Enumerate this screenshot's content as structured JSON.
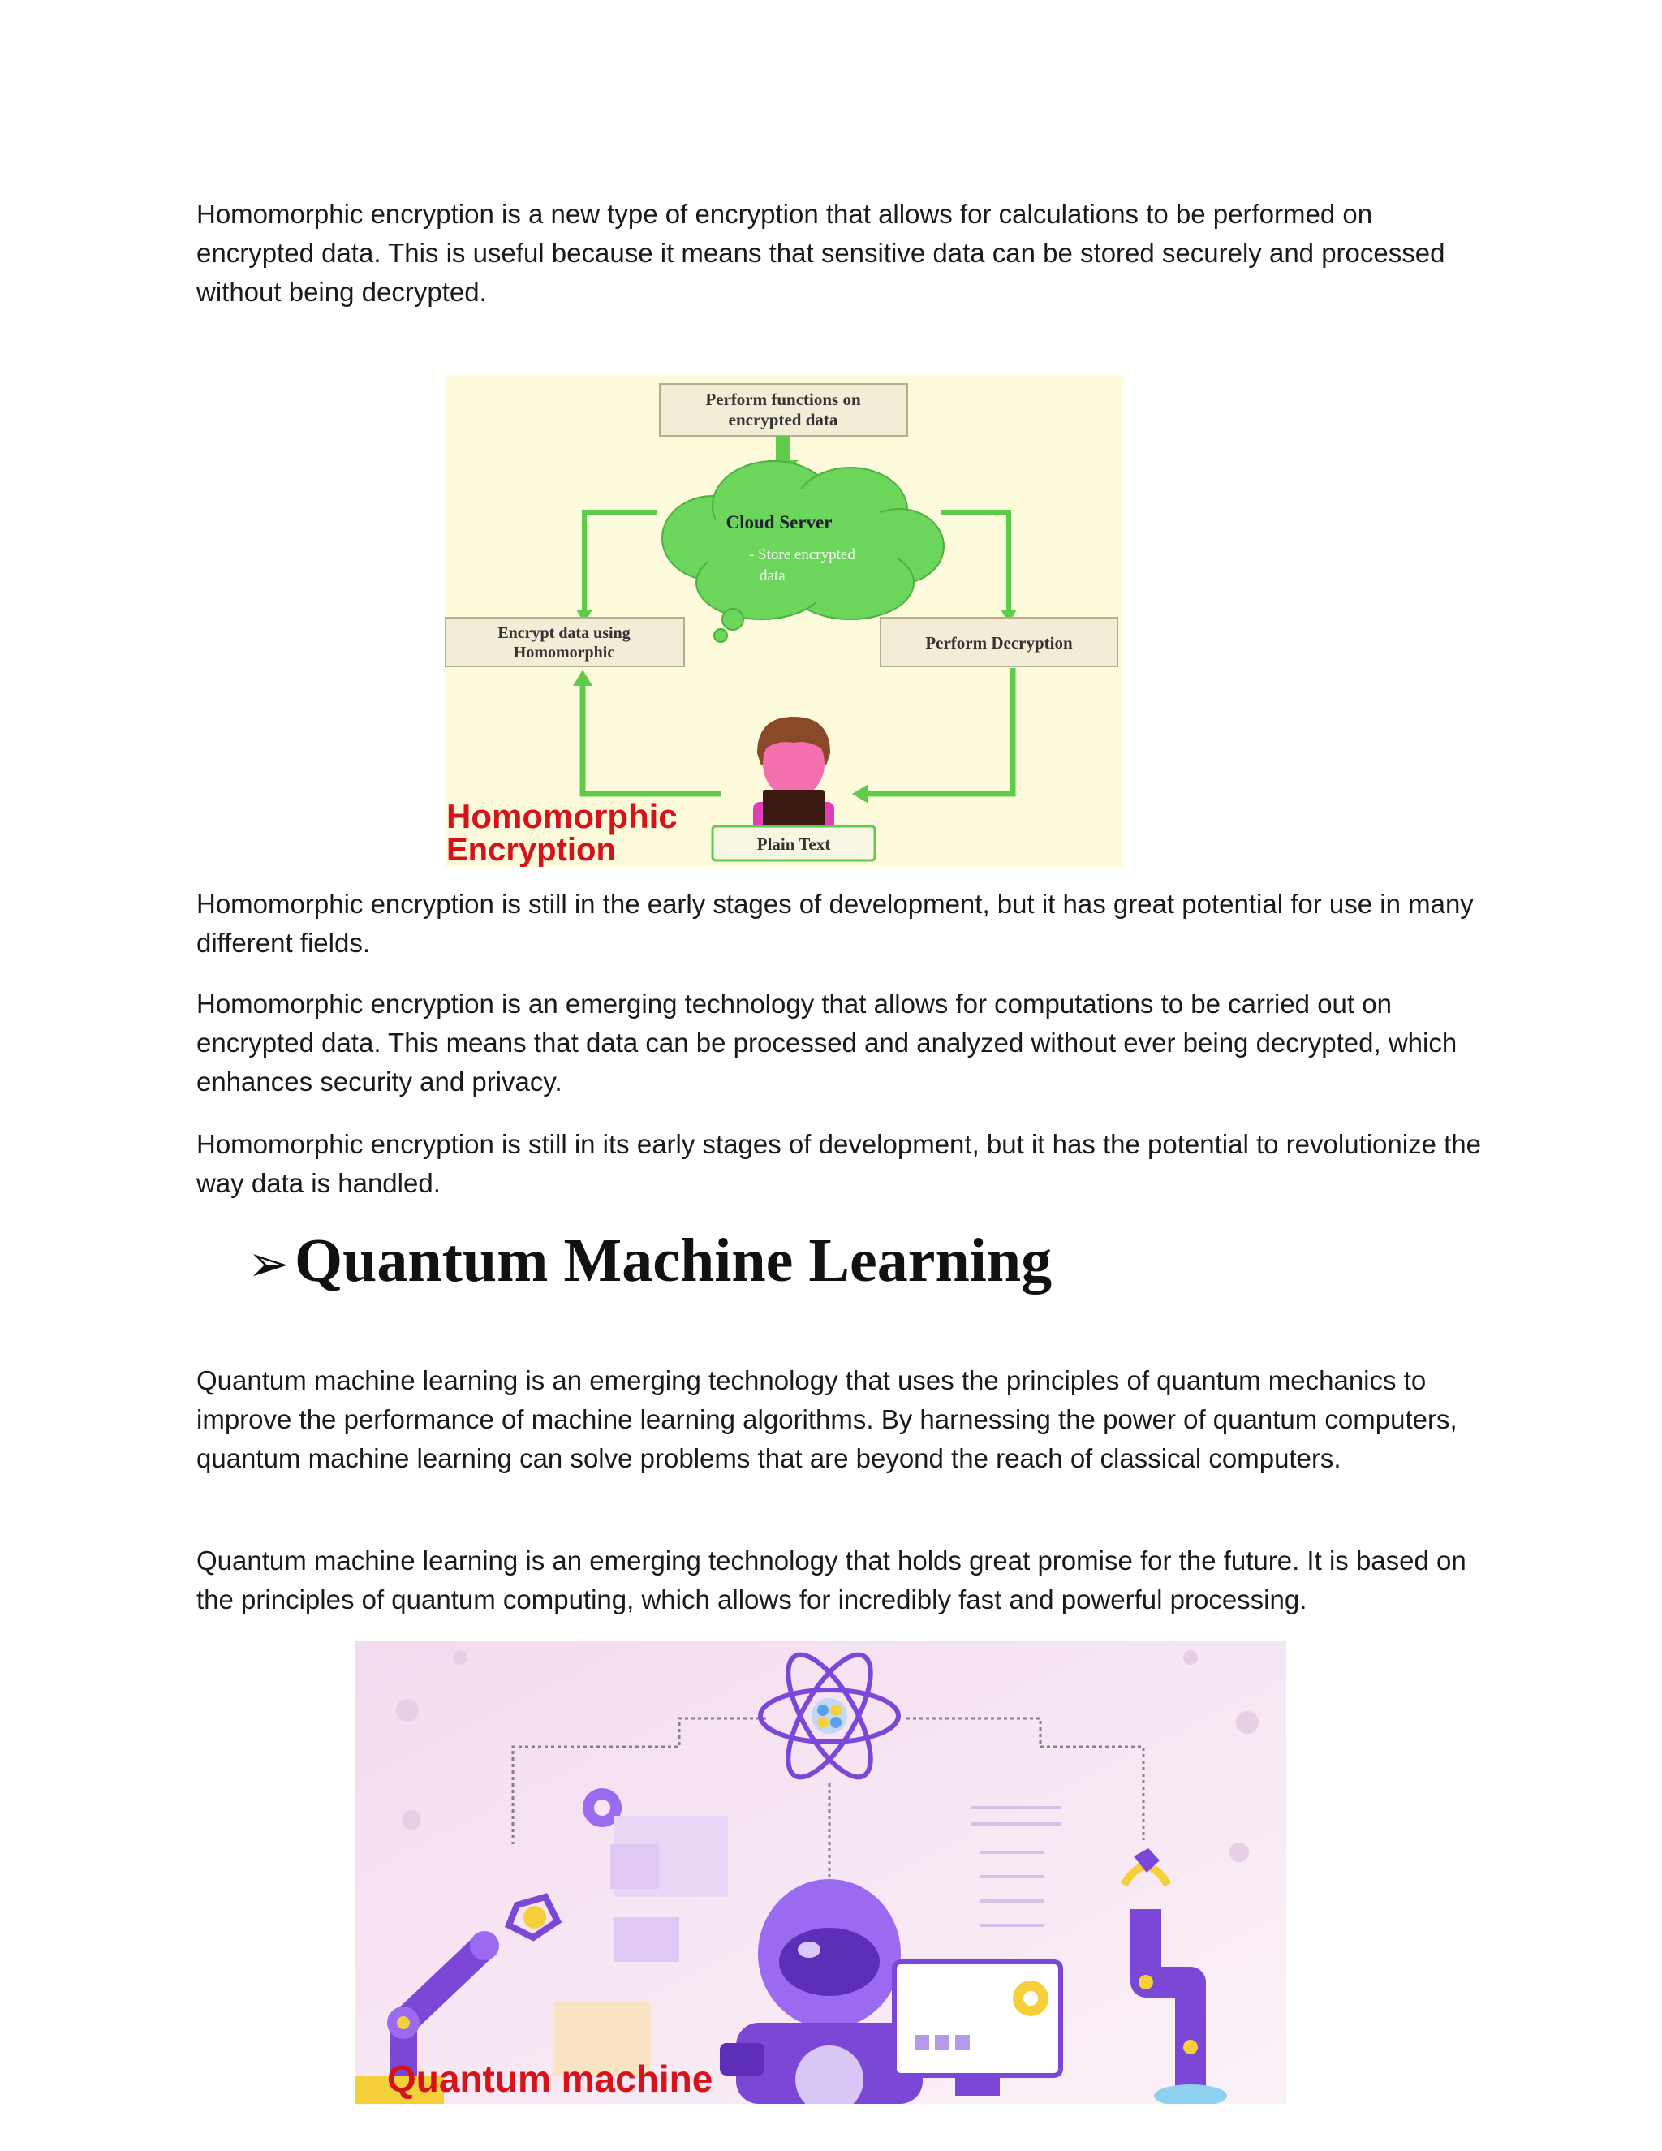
{
  "paragraphs": {
    "p1": "Homomorphic encryption is a new type of encryption that allows for calculations to be performed on encrypted data. This is useful because it means that sensitive data can be stored securely and processed without being decrypted.",
    "p2": "Homomorphic encryption is still in the early stages of development, but it has great potential for use in many different fields.",
    "p3": "Homomorphic encryption is an emerging technology that allows for computations to be carried out on encrypted data. This means that data can be processed and analyzed without ever being decrypted, which enhances security and privacy.",
    "p4": " Homomorphic encryption is still in its early stages of development, but it has the potential to revolutionize the way data is handled.",
    "p5": "Quantum machine learning is an emerging technology that uses the principles of quantum mechanics to improve the performance of machine learning algorithms. By harnessing the power of quantum computers, quantum machine learning can solve problems that are beyond the reach of classical computers.",
    "p6": "Quantum machine learning is an emerging technology that holds great promise for the future. It is based on the principles of quantum computing, which allows for incredibly fast and powerful processing."
  },
  "heading": {
    "bullet": "➢",
    "text": "Quantum Machine Learning"
  },
  "figure1": {
    "box_top_line1": "Perform functions on",
    "box_top_line2": "encrypted data",
    "cloud_title": "Cloud Server",
    "cloud_sub_line1": "- Store encrypted",
    "cloud_sub_line2": "data",
    "box_left_line1": "Encrypt data using",
    "box_left_line2": "Homomorphic",
    "box_right": "Perform Decryption",
    "plain_text": "Plain Text",
    "caption_line1": "Homomorphic",
    "caption_line2": "Encryption",
    "colors": {
      "background": "#fdfbdc",
      "green": "#66cc55",
      "arrow": "#5ecb4a",
      "caption": "#d4141a"
    }
  },
  "figure2": {
    "caption": "Quantum machine",
    "colors": {
      "background": "#f6e6f3",
      "purple": "#7a47d6",
      "violet": "#9a6af0",
      "yellow": "#f5d03a",
      "caption": "#d4141a"
    }
  }
}
